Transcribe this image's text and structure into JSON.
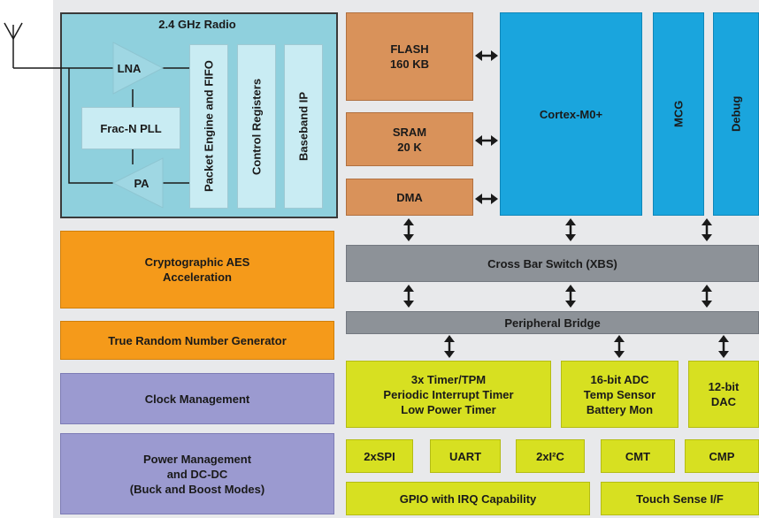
{
  "radio": {
    "title": "2.4 GHz Radio",
    "lna": "LNA",
    "pa": "PA",
    "pll": "Frac-N PLL",
    "packet": "Packet Engine and FIFO",
    "control": "Control Registers",
    "baseband": "Baseband IP"
  },
  "memory": {
    "flash": "FLASH\n160 KB",
    "sram": "SRAM\n20 K",
    "dma": "DMA"
  },
  "core": {
    "cpu": "Cortex-M0+",
    "mcg": "MCG",
    "debug": "Debug"
  },
  "left": {
    "aes": "Cryptographic AES\nAcceleration",
    "trng": "True Random Number Generator",
    "clock": "Clock Management",
    "power": "Power Management\nand  DC-DC\n(Buck and Boost Modes)"
  },
  "bus": {
    "xbs": "Cross Bar Switch (XBS)",
    "bridge": "Peripheral Bridge"
  },
  "periph": {
    "timer": "3x Timer/TPM\nPeriodic Interrupt Timer\nLow Power Timer",
    "adc": "16-bit ADC\nTemp Sensor\nBattery Mon",
    "dac": "12-bit\nDAC",
    "spi": "2xSPI",
    "uart": "UART",
    "i2c": "2xI²C",
    "cmt": "CMT",
    "cmp": "CMP",
    "gpio": "GPIO with IRQ Capability",
    "touch": "Touch Sense I/F"
  },
  "colors": {
    "radio": "#8fd0dd",
    "memory": "#d9925a",
    "core": "#1aa5dd",
    "security": "#f59a1a",
    "system": "#9b9ad0",
    "peripheral": "#d7e021",
    "bus": "#8d9298"
  }
}
